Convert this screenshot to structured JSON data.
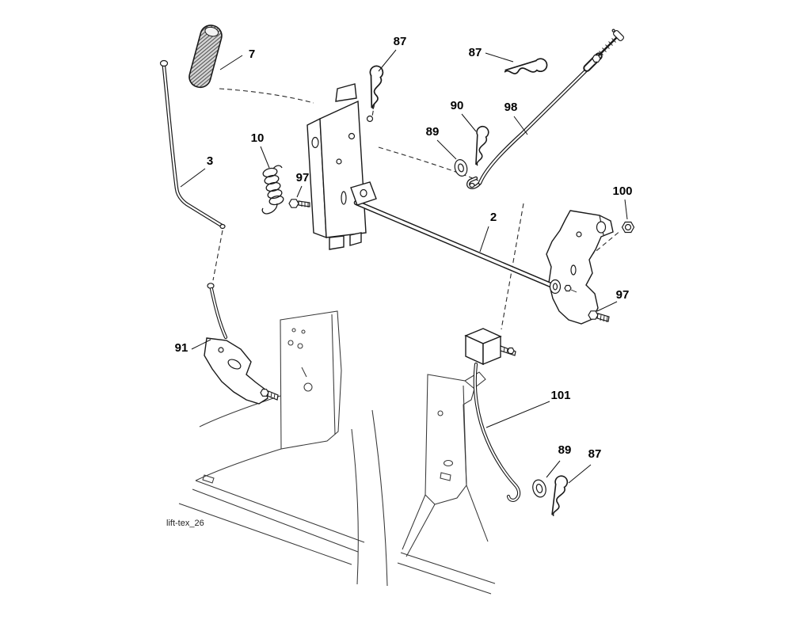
{
  "diagram": {
    "caption": "lift-tex_26",
    "colors": {
      "line": "#1a1a1a",
      "background": "#ffffff"
    },
    "callouts": [
      {
        "label": "7"
      },
      {
        "label": "87"
      },
      {
        "label": "87"
      },
      {
        "label": "90"
      },
      {
        "label": "98"
      },
      {
        "label": "89"
      },
      {
        "label": "10"
      },
      {
        "label": "3"
      },
      {
        "label": "97"
      },
      {
        "label": "100"
      },
      {
        "label": "2"
      },
      {
        "label": "97"
      },
      {
        "label": "91"
      },
      {
        "label": "101"
      },
      {
        "label": "89"
      },
      {
        "label": "87"
      }
    ]
  }
}
